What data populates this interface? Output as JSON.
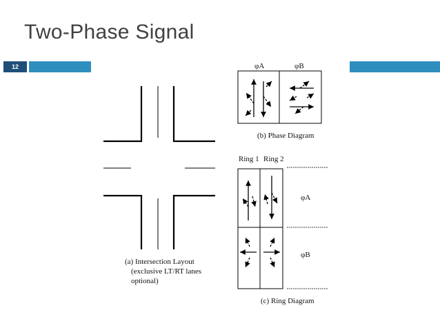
{
  "slide": {
    "title": "Two-Phase Signal",
    "number": "12"
  },
  "figure": {
    "intersection_caption": [
      "(a) Intersection Layout",
      "(exclusive LT/RT lanes",
      "optional)"
    ],
    "phase_diagram": {
      "phase_a": "φA",
      "phase_b": "φB",
      "caption": "(b) Phase Diagram"
    },
    "ring_diagram": {
      "ring1": "Ring 1",
      "ring2": "Ring 2",
      "phase_a": "φA",
      "phase_b": "φB",
      "caption": "(c) Ring Diagram"
    }
  }
}
